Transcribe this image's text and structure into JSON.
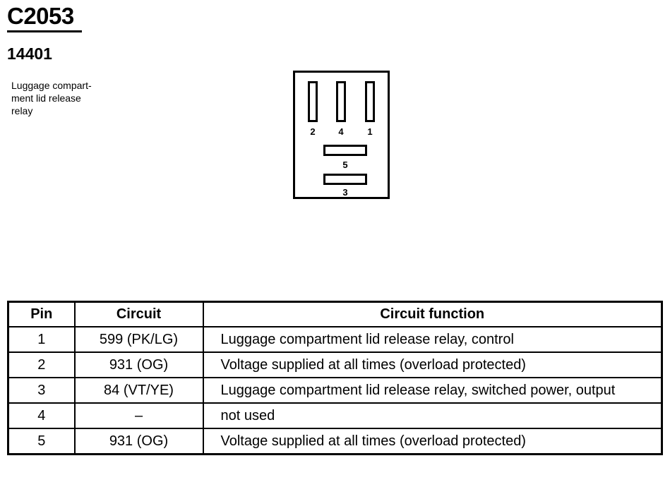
{
  "header": {
    "connector_id": "C2053",
    "part_number": "14401",
    "description": "Luggage compart-\nment lid release\nrelay"
  },
  "connector_view": {
    "pin_labels": {
      "top_left": "2",
      "top_middle": "4",
      "top_right": "1",
      "middle": "5",
      "bottom": "3"
    }
  },
  "table": {
    "columns": [
      "Pin",
      "Circuit",
      "Circuit function"
    ],
    "rows": [
      {
        "pin": "1",
        "circuit": "599 (PK/LG)",
        "function": "Luggage compartment lid release relay, control"
      },
      {
        "pin": "2",
        "circuit": "931 (OG)",
        "function": "Voltage supplied at all times (overload protected)"
      },
      {
        "pin": "3",
        "circuit": "84 (VT/YE)",
        "function": "Luggage compartment lid release relay, switched power, output"
      },
      {
        "pin": "4",
        "circuit": "–",
        "function": "not used"
      },
      {
        "pin": "5",
        "circuit": "931 (OG)",
        "function": "Voltage supplied at all times (overload protected)"
      }
    ]
  }
}
